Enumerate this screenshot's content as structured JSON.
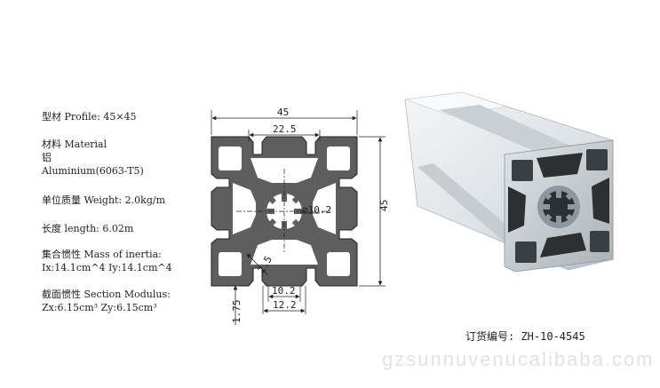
{
  "specs": {
    "profile": "型材 Profile: 45×45",
    "material_title": "材料 Material",
    "material_cn": "铝",
    "material_value": "Aluminium(6063-T5)",
    "weight": "单位质量  Weight: 2.0kg/m",
    "length": "长度  length: 6.02m",
    "inertia_title": "集合惯性 Mass of inertia:",
    "inertia_values": "Ix:14.1cm^4    Iy:14.1cm^4",
    "modulus_title": "截面惯性 Section Modulus:",
    "modulus_values": "Zx:6.15cm³      Zy:6.15cm³"
  },
  "dimensions": {
    "width": "45",
    "height": "45",
    "slot_pitch": "22.5",
    "bore": "⌀10.2",
    "wall": "2.5",
    "slot_inner": "10.2",
    "slot_outer": "12.2",
    "slot_depth": "1.75"
  },
  "order_number": "订货编号: ZH-10-4545",
  "watermark": "gzsunnuvenucalibaba.com",
  "colors": {
    "profile_fill": "#5e5e5e",
    "line": "#222222",
    "aluminium_light": "#e9edf0",
    "aluminium_dark": "#9aa2a8"
  }
}
